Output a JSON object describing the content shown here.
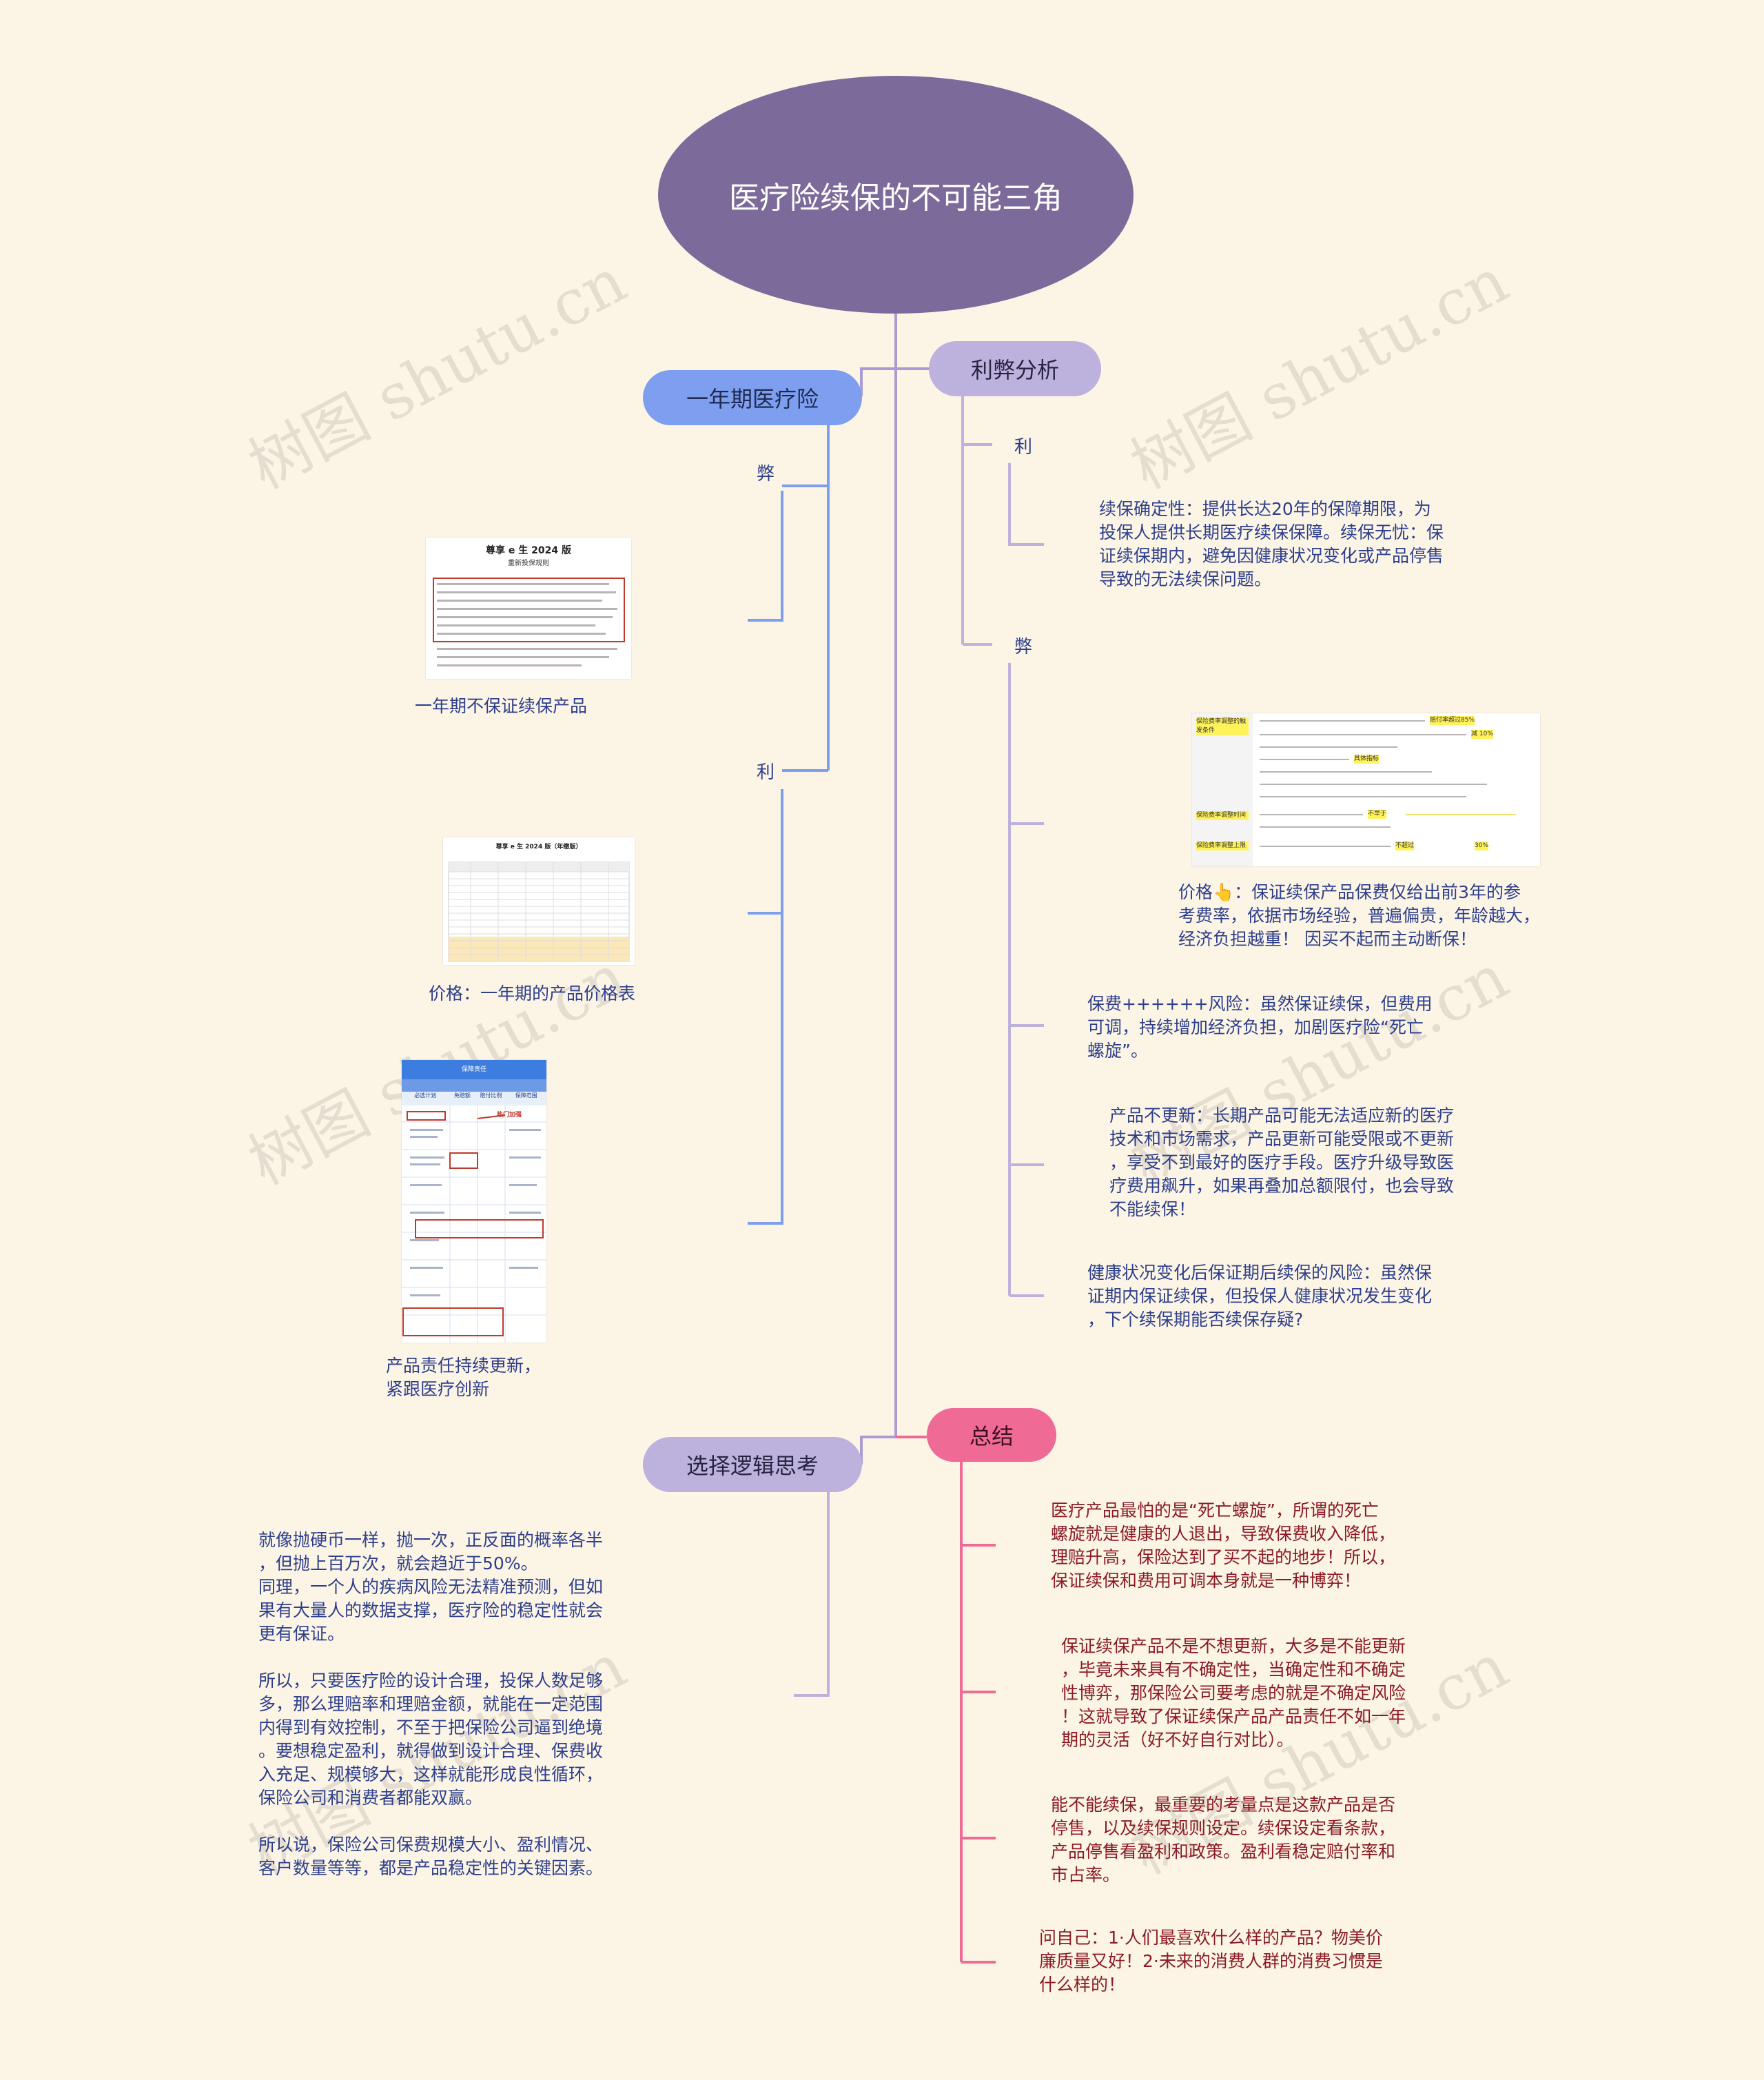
{
  "root": {
    "title": "医疗险续保的不可能三角"
  },
  "branches": {
    "one_year": {
      "label": "一年期医疗险",
      "color": "#7e9ff0"
    },
    "pros_cons": {
      "label": "利弊分析",
      "color": "#bdb2de"
    },
    "choice_logic": {
      "label": "选择逻辑思考",
      "color": "#bdb2de"
    },
    "summary": {
      "label": "总结",
      "color": "#ef6a95"
    }
  },
  "one_year": {
    "cons_label": "弊",
    "pros_label": "利",
    "cons_caption": "一年期不保证续保产品",
    "price_caption": "价格：一年期的产品价格表",
    "product_caption": "产品责任持续更新，\n紧跟医疗创新",
    "doc_thumb": {
      "title": "尊享 e 生 2024 版",
      "subtitle": "重新投保规则"
    },
    "table_thumb": {
      "title": "尊享 e 生 2024 版（年缴版）"
    },
    "coverage_thumb": {
      "header": "保障责任",
      "col1": "必选计划",
      "col2": "免赔额",
      "col3": "赔付比例",
      "col4": "保障范围",
      "tag": "热门加强"
    }
  },
  "pros_cons": {
    "pro_label": "利",
    "pro_text": "续保确定性：提供长达20年的保障期限，为\n投保人提供长期医疗续保保障。续保无忧：保\n证续保期内，避免因健康状况变化或产品停售\n导致的无法续保问题。",
    "con_label": "弊",
    "price_text": "价格👆：保证续保产品保费仅给出前3年的参\n考费率，依据市场经验，普遍偏贵，年龄越大，\n经济负担越重！ 因买不起而主动断保！",
    "premium_text": "保费++++++风险：虽然保证续保，但费用\n可调，持续增加经济负担，加剧医疗险“死亡\n螺旋”。",
    "product_text": "产品不更新：长期产品可能无法适应新的医疗\n技术和市场需求，产品更新可能受限或不更新\n，享受不到最好的医疗手段。医疗升级导致医\n疗费用飙升，如果再叠加总额限付，也会导致\n不能续保！",
    "health_text": "健康状况变化后保证期后续保的风险：虽然保\n证期内保证续保，但投保人健康状况发生变化\n，下个续保期能否续保存疑?",
    "rate_thumb": {
      "row1_label": "保险费率调整的触发条件",
      "row2_label": "保险费率调整时间",
      "row3_label": "保险费率调整上限",
      "highlight1": "赔付率超过85%",
      "highlight2": "减 10%",
      "highlight3": "具体指标",
      "highlight4": "不早于",
      "highlight5": "不超过",
      "highlight6": "30%"
    }
  },
  "choice_logic": {
    "text": "就像抛硬币一样，抛一次，正反面的概率各半\n，但抛上百万次，就会趋近于50%。\n同理，一个人的疾病风险无法精准预测，但如\n果有大量人的数据支撑，医疗险的稳定性就会\n更有保证。\n\n所以，只要医疗险的设计合理，投保人数足够\n多，那么理赔率和理赔金额，就能在一定范围\n内得到有效控制，不至于把保险公司逼到绝境\n。要想稳定盈利，就得做到设计合理、保费收\n入充足、规模够大，这样就能形成良性循环，\n保险公司和消费者都能双赢。\n\n所以说，保险公司保费规模大小、盈利情况、\n客户数量等等，都是产品稳定性的关键因素。"
  },
  "summary": {
    "item1": "医疗产品最怕的是“死亡螺旋”，所谓的死亡\n螺旋就是健康的人退出，导致保费收入降低，\n理赔升高，保险达到了买不起的地步！所以，\n保证续保和费用可调本身就是一种博弈！",
    "item2": "保证续保产品不是不想更新，大多是不能更新\n，毕竟未来具有不确定性，当确定性和不确定\n性博弈，那保险公司要考虑的就是不确定风险\n！这就导致了保证续保产品产品责任不如一年\n期的灵活（好不好自行对比）。",
    "item3": "能不能续保，最重要的考量点是这款产品是否\n停售，以及续保规则设定。续保设定看条款，\n产品停售看盈利和政策。盈利看稳定赔付率和\n市占率。",
    "item4": "问自己：1·人们最喜欢什么样的产品？物美价\n廉质量又好！2·未来的消费人群的消费习惯是\n什么样的！"
  },
  "watermark": {
    "text": "树图 shutu.cn"
  }
}
